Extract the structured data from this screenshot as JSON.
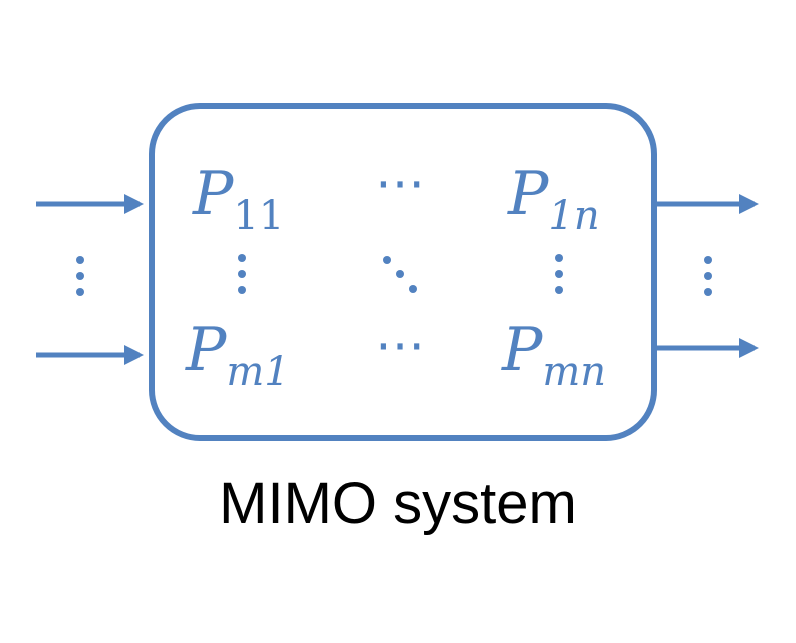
{
  "colors": {
    "accent": "#5282c0",
    "text": "#000000",
    "background": "#ffffff"
  },
  "matrix": {
    "p11": {
      "base": "P",
      "sub": "11"
    },
    "p1n": {
      "base": "P",
      "sub": "1n"
    },
    "pm1": {
      "base": "P",
      "sub": "m1"
    },
    "pmn": {
      "base": "P",
      "sub": "mn"
    },
    "hdots": "⋯"
  },
  "caption": "MIMO system"
}
